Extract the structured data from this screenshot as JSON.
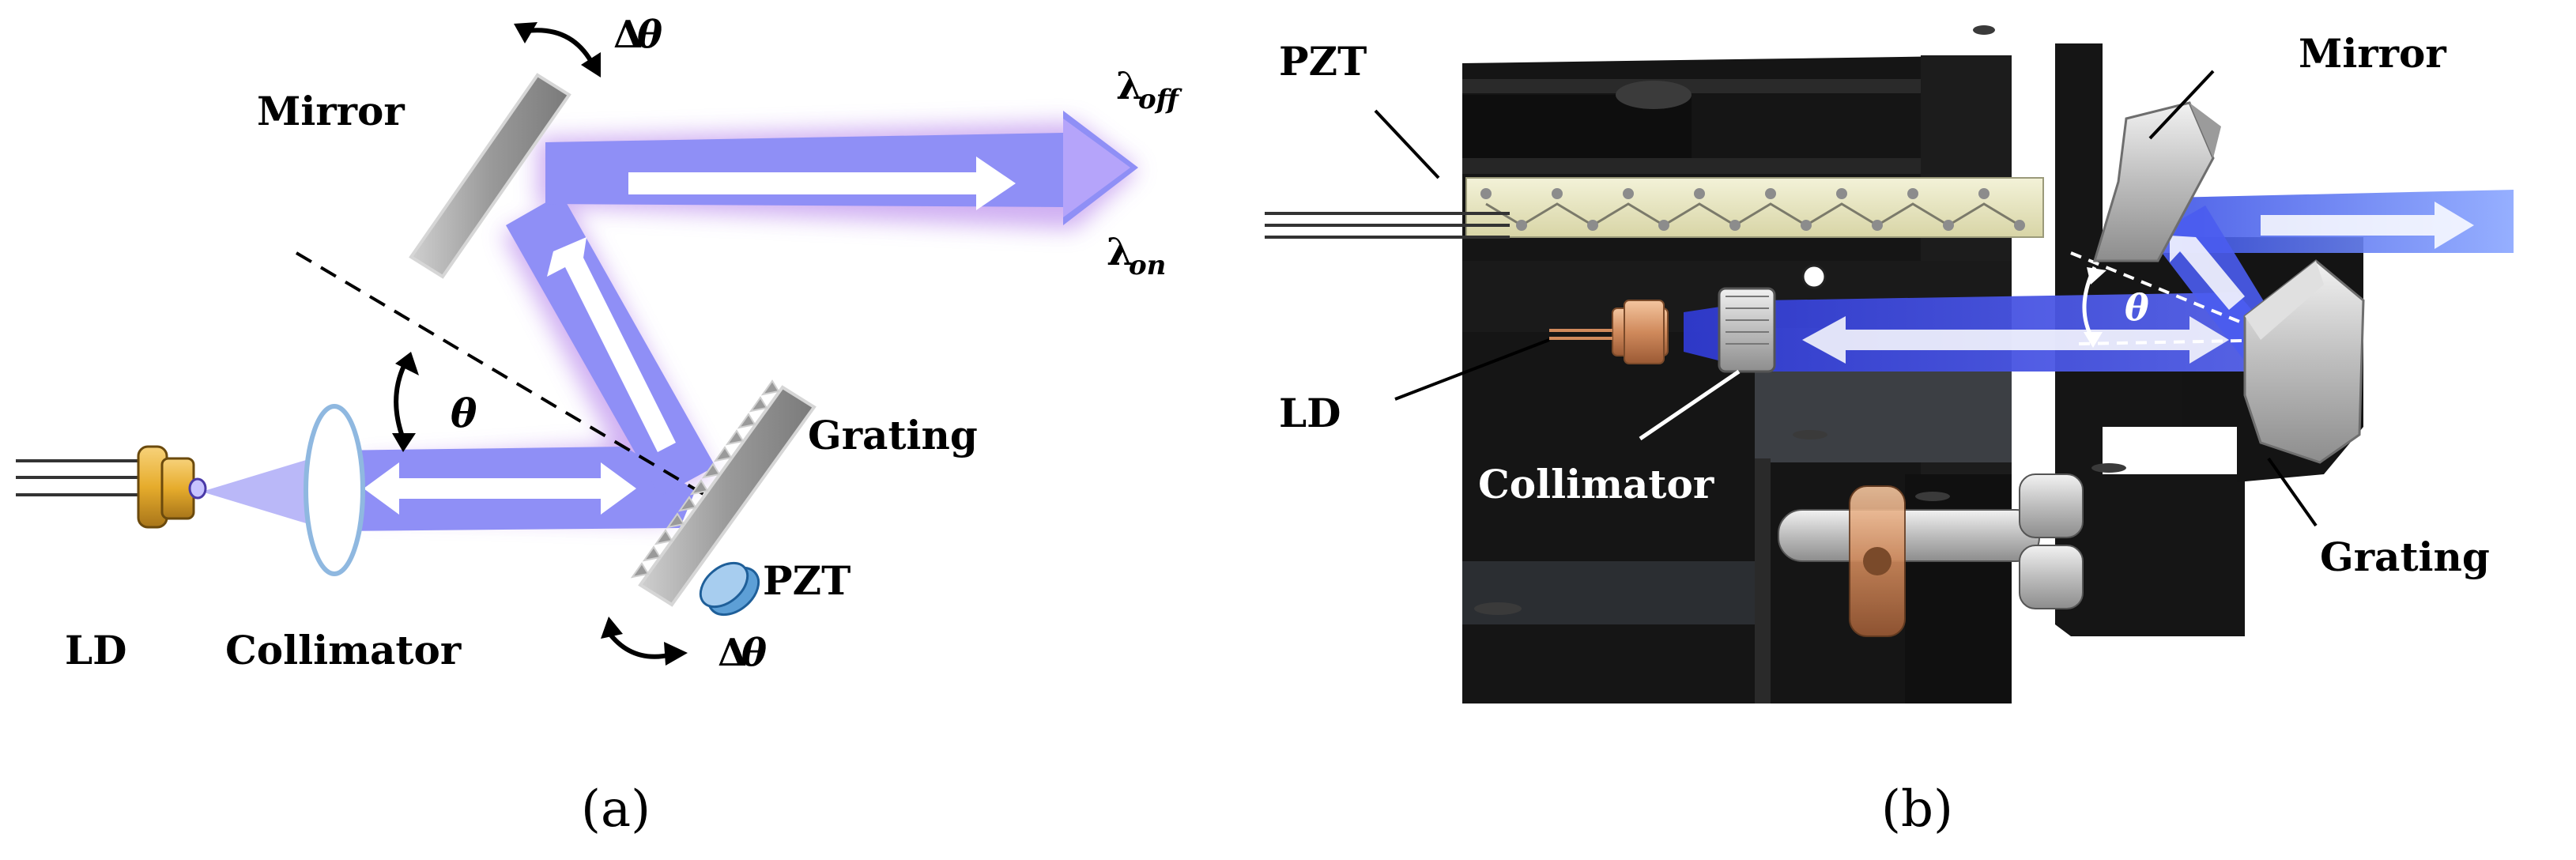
{
  "panel_a": {
    "caption": "(a)",
    "labels": {
      "mirror": "Mirror",
      "grating": "Grating",
      "collimator": "Collimator",
      "ld": "LD",
      "pzt": "PZT",
      "theta": "θ",
      "delta": "Δ",
      "lambda": "λ",
      "sub_off": "off",
      "sub_on": "on"
    }
  },
  "panel_b": {
    "caption": "(b)",
    "labels": {
      "pzt": "PZT",
      "mirror": "Mirror",
      "ld": "LD",
      "collimator": "Collimator",
      "grating": "Grating",
      "theta": "θ"
    }
  },
  "colors": {
    "beam": "#8f8ff6",
    "beam_glow": "#c9a7f2",
    "beam_dark": "#3a45d8",
    "grey_optic": "#9a9a9a",
    "ld_gold": "#e8b23a",
    "lens_blue": "#8fb8e0",
    "pzt_blue": "#3f86c6",
    "body_dark": "#141414",
    "pzt_stack": "#e8e6c0"
  },
  "icons": {
    "rotation_arrows": "curved-double-arrow-icon",
    "beam_direction": "white-arrow-icon"
  }
}
